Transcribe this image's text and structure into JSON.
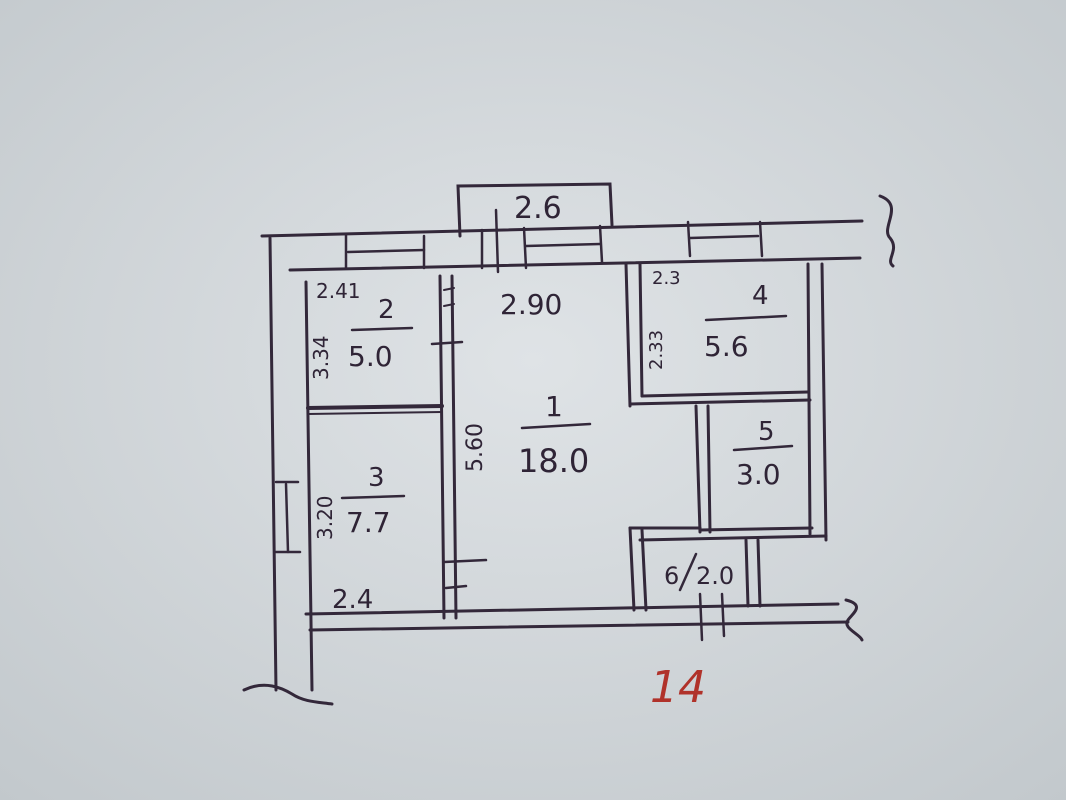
{
  "colors": {
    "paper": "#d3d8dc",
    "ink": "#33283a",
    "sheet_number": "#b0322a"
  },
  "plan": {
    "balcony_width": "2.6",
    "rooms": [
      {
        "number": "1",
        "area": "18.0",
        "height_label": "5.60",
        "width_label": "2.90"
      },
      {
        "number": "2",
        "area": "5.0",
        "label_top": "2.41",
        "label_side": "3.34"
      },
      {
        "number": "3",
        "area": "7.7",
        "label_side": "3.20",
        "label_bottom": "2.4"
      },
      {
        "number": "4",
        "area": "5.6",
        "label_top": "2.3",
        "label_side": "2.33"
      },
      {
        "number": "5",
        "area": "3.0"
      },
      {
        "number": "6",
        "area": "2.0"
      }
    ],
    "sheet_number": "14"
  }
}
